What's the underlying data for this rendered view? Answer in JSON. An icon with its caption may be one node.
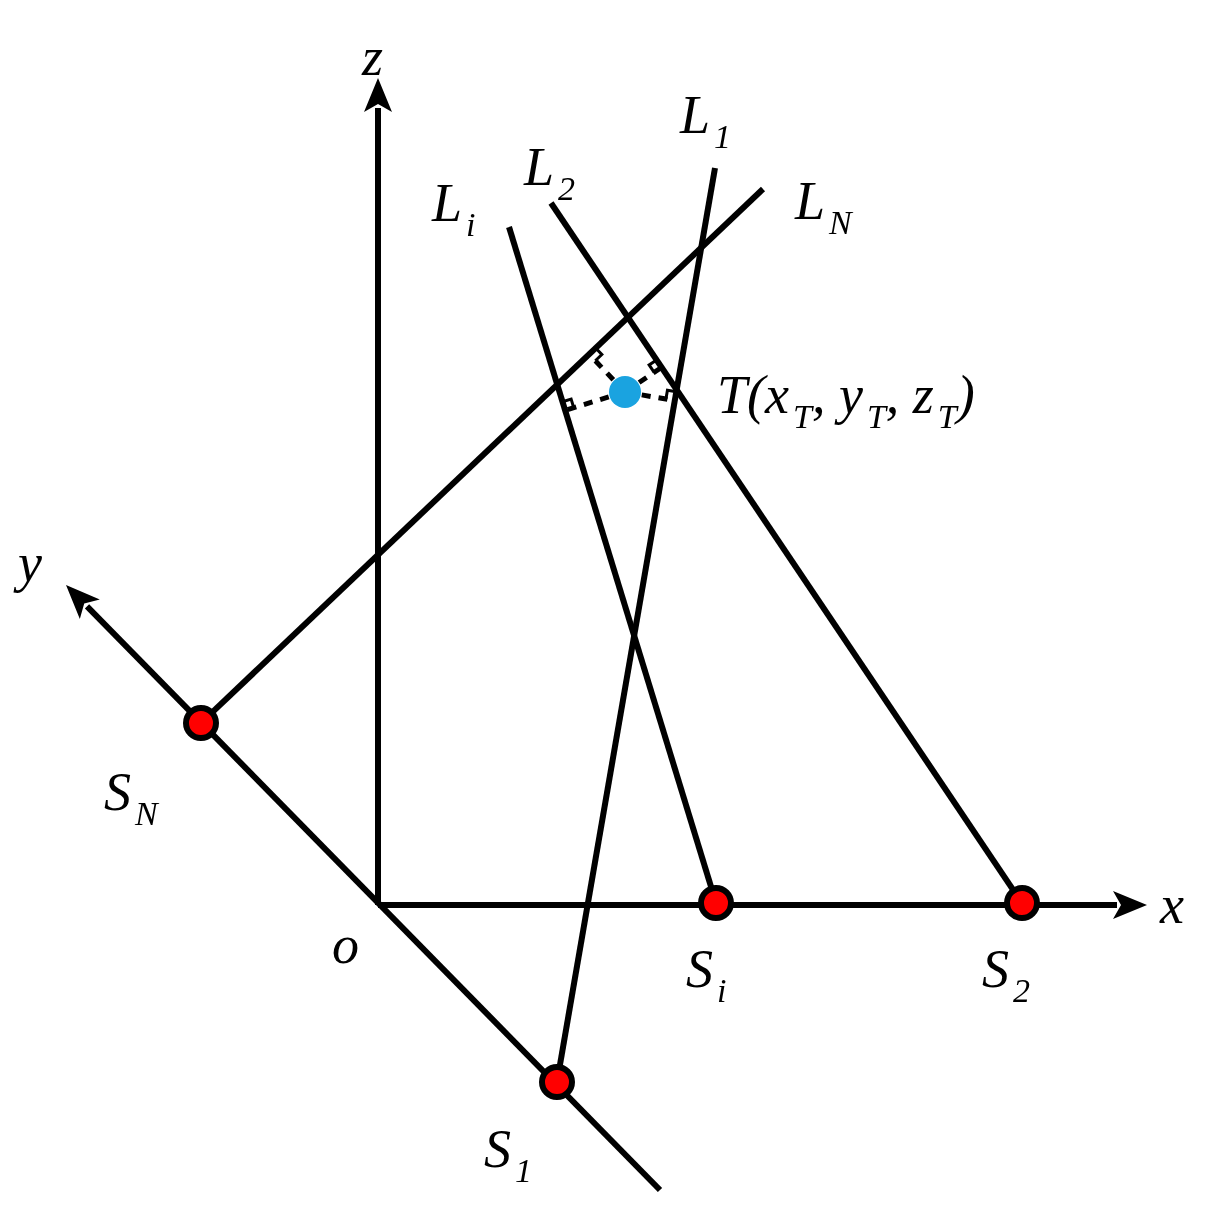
{
  "diagram": {
    "nodes": [
      {
        "text": [],
        "shape": "circle",
        "beside": [
          "S$_{N}$"
        ]
      },
      {
        "text": [],
        "shape": "circle",
        "beside": [
          "S$_{1}$"
        ]
      },
      {
        "text": [],
        "shape": "circle",
        "beside": [
          "S$_{i}$"
        ]
      },
      {
        "text": [],
        "shape": "circle",
        "beside": [
          "S$_{2}$"
        ]
      },
      {
        "text": [],
        "shape": "circle",
        "beside": [
          "T(x$_{T}$, y$_{T}$, z$_{T}$)"
        ]
      }
    ],
    "edges": [
      {
        "from": 1,
        "to": null,
        "arrow": "none",
        "label": "L$_{1}$"
      },
      {
        "from": 3,
        "to": null,
        "arrow": "none",
        "label": "L$_{2}$"
      },
      {
        "from": 2,
        "to": null,
        "arrow": "none",
        "label": "L$_{i}$"
      },
      {
        "from": 0,
        "to": null,
        "arrow": "none",
        "label": "L$_{N}$"
      }
    ],
    "labels": [
      "z",
      "y",
      "x",
      "o"
    ]
  }
}
